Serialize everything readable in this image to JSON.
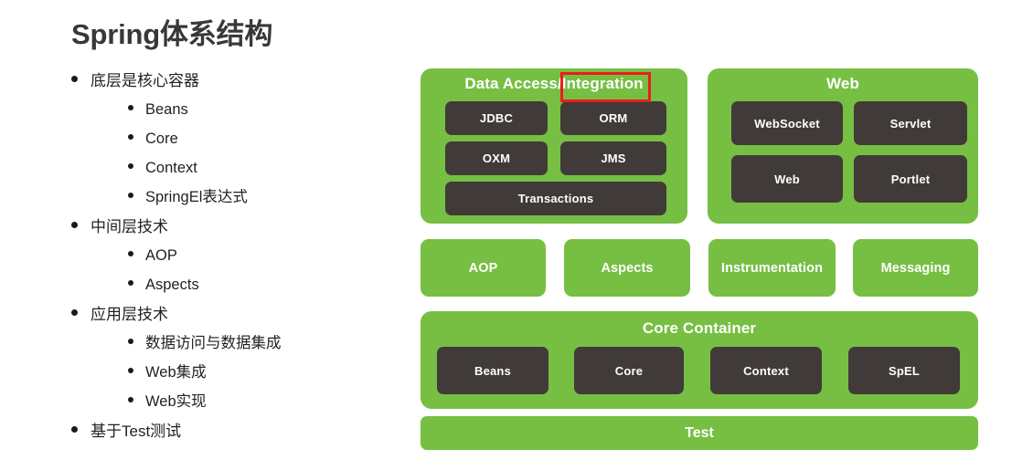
{
  "slide": {
    "title": "Spring体系结构",
    "background": "#ffffff",
    "title_color": "#383838"
  },
  "outline": [
    {
      "level": 1,
      "text": "底层是核心容器"
    },
    {
      "level": 2,
      "text": "Beans"
    },
    {
      "level": 2,
      "text": "Core"
    },
    {
      "level": 2,
      "text": "Context"
    },
    {
      "level": 2,
      "text": "SpringEl表达式"
    },
    {
      "level": 1,
      "text": "中间层技术"
    },
    {
      "level": 2,
      "text": "AOP"
    },
    {
      "level": 2,
      "text": "Aspects"
    },
    {
      "level": 1,
      "text": "应用层技术"
    },
    {
      "level": 2,
      "text": "数据访问与数据集成"
    },
    {
      "level": 2,
      "text": "Web集成"
    },
    {
      "level": 2,
      "text": "Web实现"
    },
    {
      "level": 1,
      "text": "基于Test测试"
    }
  ],
  "diagram": {
    "colors": {
      "green": "#76bf43",
      "dark": "#403b38",
      "highlight": "#ee1c1c",
      "text_on_green": "#ffffff",
      "text_on_dark": "#ffffff"
    },
    "data_access_panel": {
      "title": "Data Access/Integration",
      "modules": [
        "JDBC",
        "ORM",
        "OXM",
        "JMS",
        "Transactions"
      ]
    },
    "web_panel": {
      "title": "Web",
      "modules": [
        "WebSocket",
        "Servlet",
        "Web",
        "Portlet"
      ]
    },
    "middle_row": [
      "AOP",
      "Aspects",
      "Instrumentation",
      "Messaging"
    ],
    "core_container_panel": {
      "title": "Core Container",
      "modules": [
        "Beans",
        "Core",
        "Context",
        "SpEL"
      ]
    },
    "test_bar": {
      "label": "Test"
    },
    "highlight_annotation": {
      "target": "Integration"
    }
  }
}
